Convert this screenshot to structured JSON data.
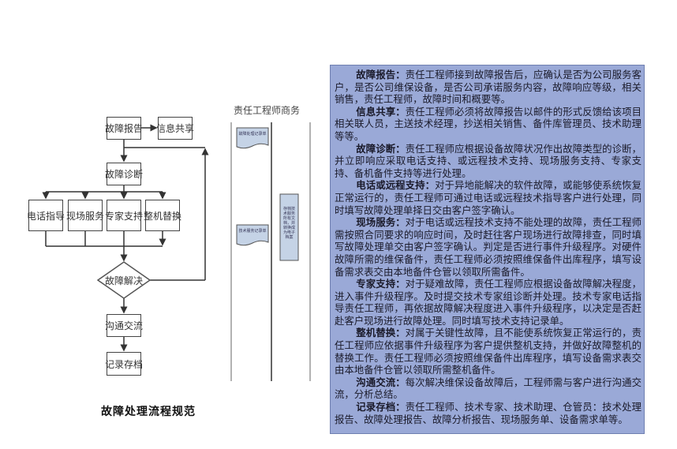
{
  "flowchart": {
    "title": "故障处理流程规范",
    "nodes": {
      "report": "故障报告",
      "share": "信息共享",
      "diagnose": "故障诊断",
      "phone": "电话指导",
      "onsite": "现场服务",
      "expert": "专家支持",
      "replace": "整机替换",
      "resolve": "故障解决",
      "communicate": "沟通交流",
      "archive": "记录存档"
    }
  },
  "swimlane": {
    "lanes": [
      "责任工程师",
      "商务"
    ],
    "doc1": "故障处理记录单",
    "doc2": "技术服务记录单",
    "archive_box": "存档技术服务所有文档，并转换成为电子档案"
  },
  "panel": {
    "paragraphs": [
      {
        "term": "故障报告：",
        "text": "责任工程师接到故障报告后，应确认是否为公司服务客户，是否公司维保设备，是否公司承诺服务内容，故障响应等级，相关销售，责任工程师，故障时间和概要等。"
      },
      {
        "term": "信息共享：",
        "text": "责任工程师必须将故障报告以邮件的形式反馈给该项目相关联人员，主送技术经理，抄送相关销售、备件库管理员、技术助理等等。"
      },
      {
        "term": "故障诊断：",
        "text": "责任工程师应根据设备故障状况作出故障类型的诊断，并立即响应采取电话支持、或远程技术支持、现场服务支持、专家支持、备机备件支持等进行处理。"
      },
      {
        "term": "电话或远程支持：",
        "text": "对于异地能解决的软件故障，或能够使系统恢复正常运行的，责任工程师可通过电话或远程技术指导客户进行处理，同时填写故障处理单择日交由客户签字确认。"
      },
      {
        "term": "现场服务：",
        "text": "对于电话或远程技术支持不能处理的故障，责任工程师需按照合同要求的响应时间，及时赶往客户现场进行故障排查，同时填写故障处理单交由客户签字确认。判定是否进行事件升级程序。对硬件故障所需的维保备件，责任工程师必须按照维保备件出库程序，填写设备需求表交由本地备件仓管以领取所需备件。"
      },
      {
        "term": "专家支持：",
        "text": "对于疑难故障，责任工程师应根据设备故障解决程度，进入事件升级程序。及时提交技术专家组诊断并处理。技术专家电话指导责任工程师，再依据故障解决程度进入事件升级程序，以决定是否赶赴客户现场进行故障处理。同时填写技术支持记录单。"
      },
      {
        "term": "整机替换：",
        "text": "对属于关键性故障，且不能使系统恢复正常运行的，责任工程师应依据事件升级程序为客户提供整机支持，并做好故障整机的替换工作。责任工程师必须按照维保备件出库程序，填写设备需求表交由本地备件仓管以领取所需整机备件。"
      },
      {
        "term": "沟通交流：",
        "text": "每次解决维保设备故障后，工程师需与客户进行沟通交流，分析总结。"
      },
      {
        "term": "记录存档：",
        "text": "责任工程师、技术专家、技术助理、仓管员：技术处理报告、故障处理报告、故障分析报告、现场服务单、设备需求单等。"
      }
    ]
  }
}
